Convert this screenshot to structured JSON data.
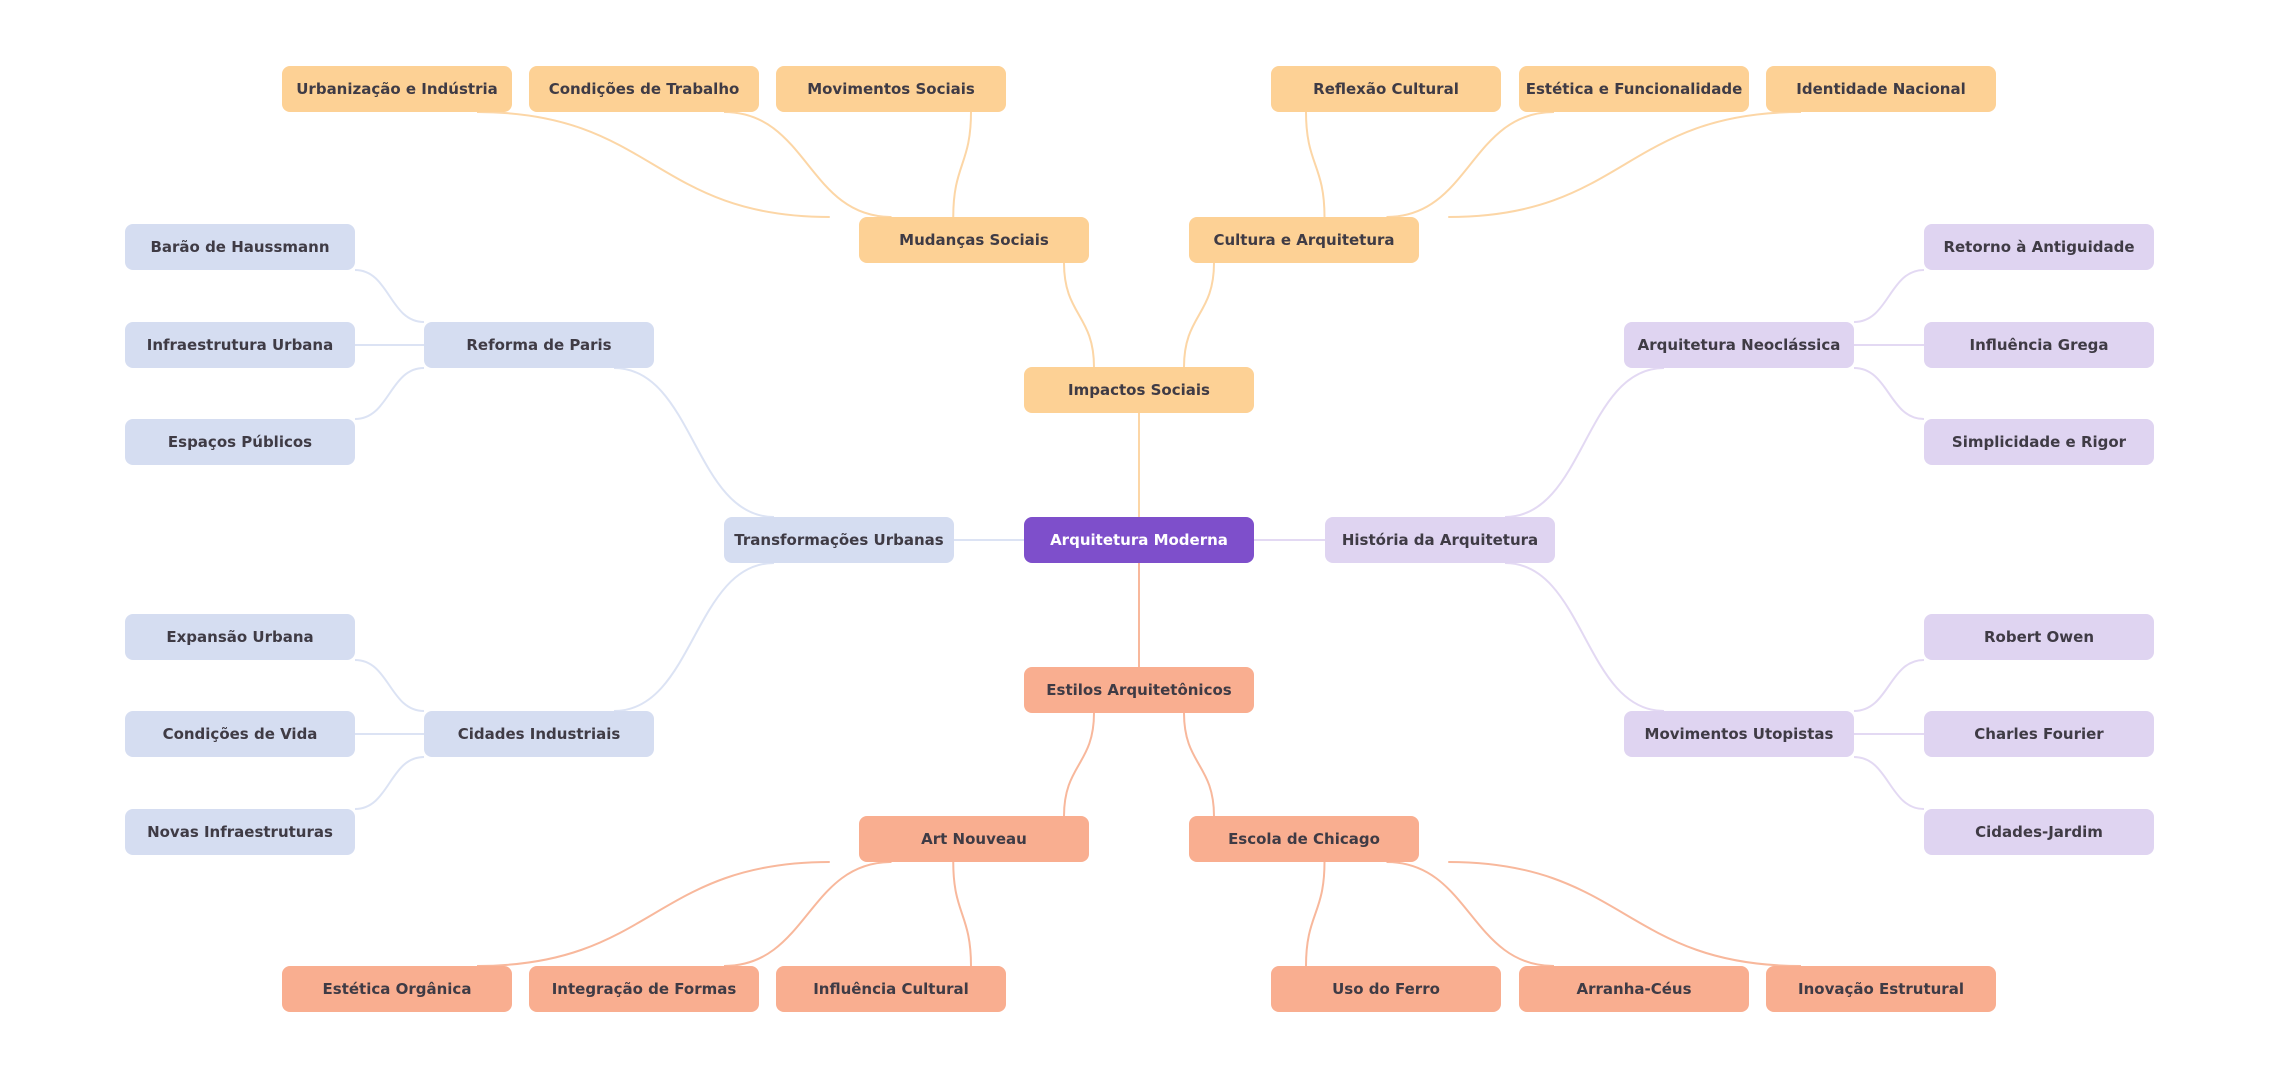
{
  "title": "Arquitetura Moderna",
  "colors": {
    "root": "#7e4fcb",
    "social": "#fdd195",
    "social_edge": "#fcd6a6",
    "urban": "#d5ddf1",
    "urban_edge": "#dce3f4",
    "history": "#dfd4f1",
    "history_edge": "#e3d9f3",
    "styles": "#f9ae90",
    "styles_edge": "#f8b89c"
  },
  "root": {
    "label": "Arquitetura Moderna"
  },
  "branches": [
    {
      "id": "impactos",
      "label": "Impactos Sociais",
      "group": "social",
      "children": [
        {
          "id": "mudancas",
          "label": "Mudanças Sociais",
          "children": [
            "Urbanização e Indústria",
            "Condições de Trabalho",
            "Movimentos Sociais"
          ]
        },
        {
          "id": "cultura",
          "label": "Cultura e Arquitetura",
          "children": [
            "Reflexão Cultural",
            "Estética e Funcionalidade",
            "Identidade Nacional"
          ]
        }
      ]
    },
    {
      "id": "transformacoes",
      "label": "Transformações Urbanas",
      "group": "urban",
      "children": [
        {
          "id": "reforma",
          "label": "Reforma de Paris",
          "children": [
            "Barão de Haussmann",
            "Infraestrutura Urbana",
            "Espaços Públicos"
          ]
        },
        {
          "id": "cidades",
          "label": "Cidades Industriais",
          "children": [
            "Expansão Urbana",
            "Condições de Vida",
            "Novas Infraestruturas"
          ]
        }
      ]
    },
    {
      "id": "historia",
      "label": "História da Arquitetura",
      "group": "history",
      "children": [
        {
          "id": "neoclassica",
          "label": "Arquitetura Neoclássica",
          "children": [
            "Retorno à Antiguidade",
            "Influência Grega",
            "Simplicidade e Rigor"
          ]
        },
        {
          "id": "utopistas",
          "label": "Movimentos Utopistas",
          "children": [
            "Robert Owen",
            "Charles Fourier",
            "Cidades-Jardim"
          ]
        }
      ]
    },
    {
      "id": "estilos",
      "label": "Estilos Arquitetônicos",
      "group": "styles",
      "children": [
        {
          "id": "artnouveau",
          "label": "Art Nouveau",
          "children": [
            "Estética Orgânica",
            "Integração de Formas",
            "Influência Cultural"
          ]
        },
        {
          "id": "chicago",
          "label": "Escola de Chicago",
          "children": [
            "Uso do Ferro",
            "Arranha-Céus",
            "Inovação Estrutural"
          ]
        }
      ]
    }
  ]
}
